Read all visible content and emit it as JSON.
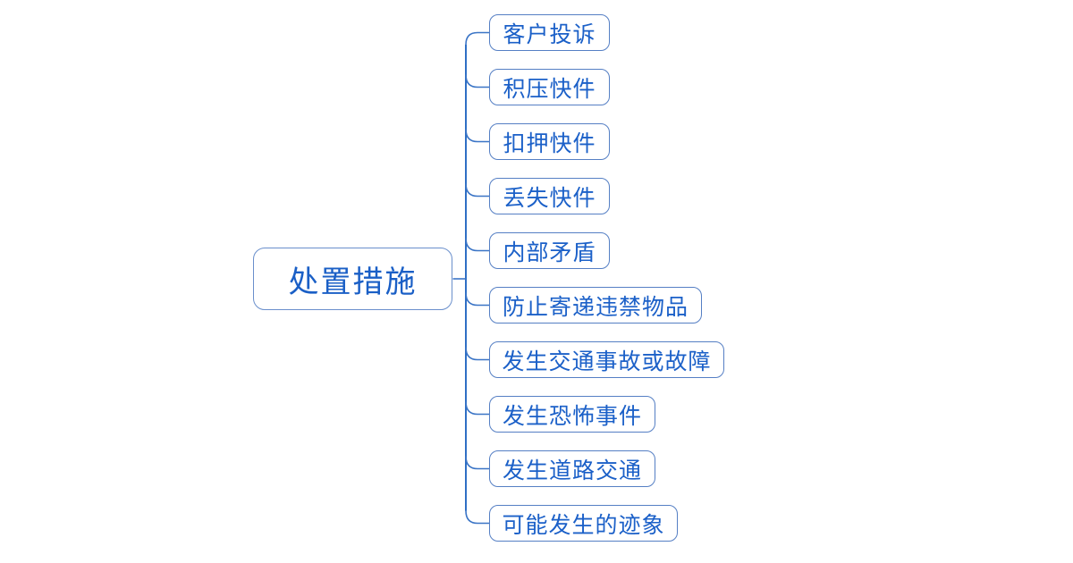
{
  "diagram": {
    "type": "mindmap",
    "root": {
      "label": "处置措施"
    },
    "children": [
      {
        "label": "客户投诉"
      },
      {
        "label": "积压快件"
      },
      {
        "label": "扣押快件"
      },
      {
        "label": "丢失快件"
      },
      {
        "label": "内部矛盾"
      },
      {
        "label": "防止寄递违禁物品"
      },
      {
        "label": "发生交通事故或故障"
      },
      {
        "label": "发生恐怖事件"
      },
      {
        "label": "发生道路交通"
      },
      {
        "label": "可能发生的迹象"
      }
    ],
    "colors": {
      "background": "#ffffff",
      "node_border": "#557fc4",
      "root_border": "#6a8fcc",
      "text": "#1b60c8",
      "connector": "#3a74c6",
      "trunk": "#2f6fc4"
    }
  }
}
